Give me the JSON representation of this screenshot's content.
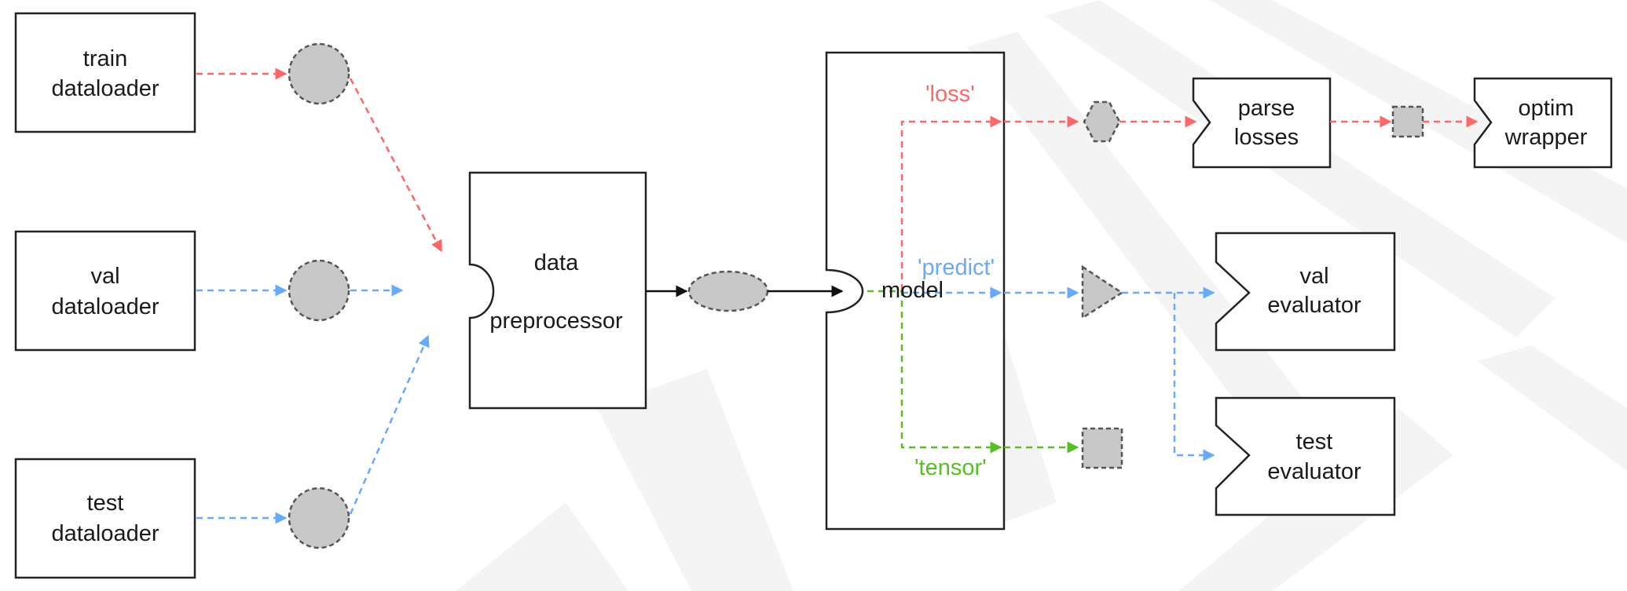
{
  "nodes": {
    "train_dataloader": [
      "train",
      "dataloader"
    ],
    "val_dataloader": [
      "val",
      "dataloader"
    ],
    "test_dataloader": [
      "test",
      "dataloader"
    ],
    "data_preprocessor": [
      "data",
      "preprocessor"
    ],
    "model": "model",
    "parse_losses": [
      "parse",
      "losses"
    ],
    "optim_wrapper": [
      "optim",
      "wrapper"
    ],
    "val_evaluator": [
      "val",
      "evaluator"
    ],
    "test_evaluator": [
      "test",
      "evaluator"
    ]
  },
  "modes": {
    "loss": "'loss'",
    "predict": "'predict'",
    "tensor": "'tensor'"
  },
  "colors": {
    "train_flow": "#ff6666",
    "eval_flow": "#66aaff",
    "tensor_flow": "#55c022",
    "data_shape_fill": "#c8c8c8"
  }
}
